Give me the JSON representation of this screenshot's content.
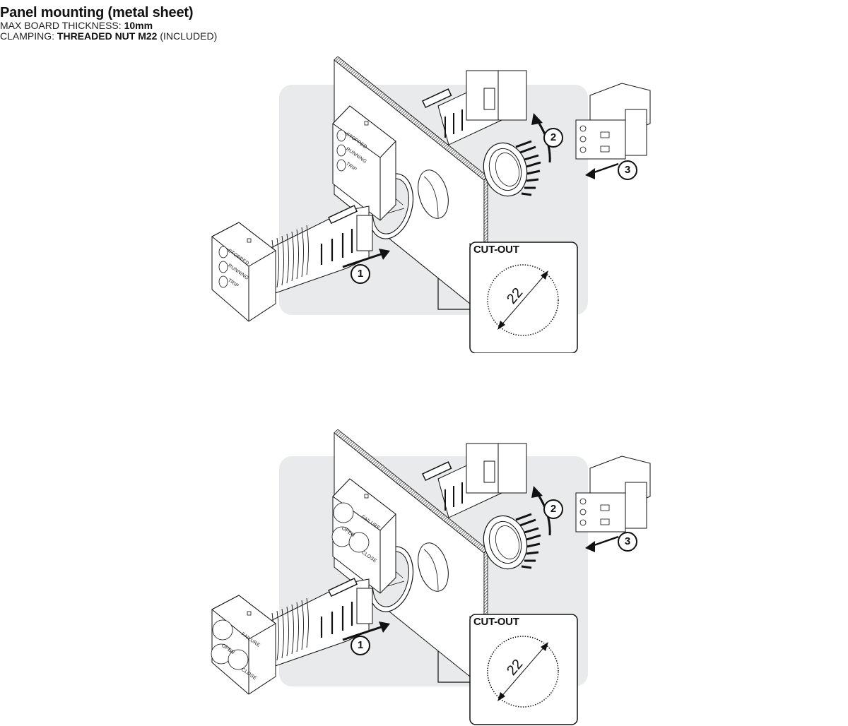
{
  "header": {
    "title": "Panel mounting (metal sheet)",
    "thickness_label": "MAX BOARD THICKNESS: ",
    "thickness_value": "10mm",
    "clamping_label": "CLAMPING: ",
    "clamping_value": "THREADED NUT M22",
    "clamping_note": " (INCLUDED)"
  },
  "diagrams": [
    {
      "variant": "3-led indicator",
      "led_labels": [
        "STOPPED",
        "RUNNING",
        "TRIP"
      ],
      "cutout_title": "CUT-OUT",
      "cutout_diameter": "22",
      "steps": [
        "1",
        "2",
        "3"
      ]
    },
    {
      "variant": "3-led cluster indicator",
      "led_labels": [
        "FAILURE",
        "OPEN",
        "CLOSE"
      ],
      "cutout_title": "CUT-OUT",
      "cutout_diameter": "22",
      "steps": [
        "1",
        "2",
        "3"
      ]
    }
  ],
  "colors": {
    "panel_bg": "#e9eaeb",
    "line": "#111111",
    "part_fill": "#ffffff"
  }
}
